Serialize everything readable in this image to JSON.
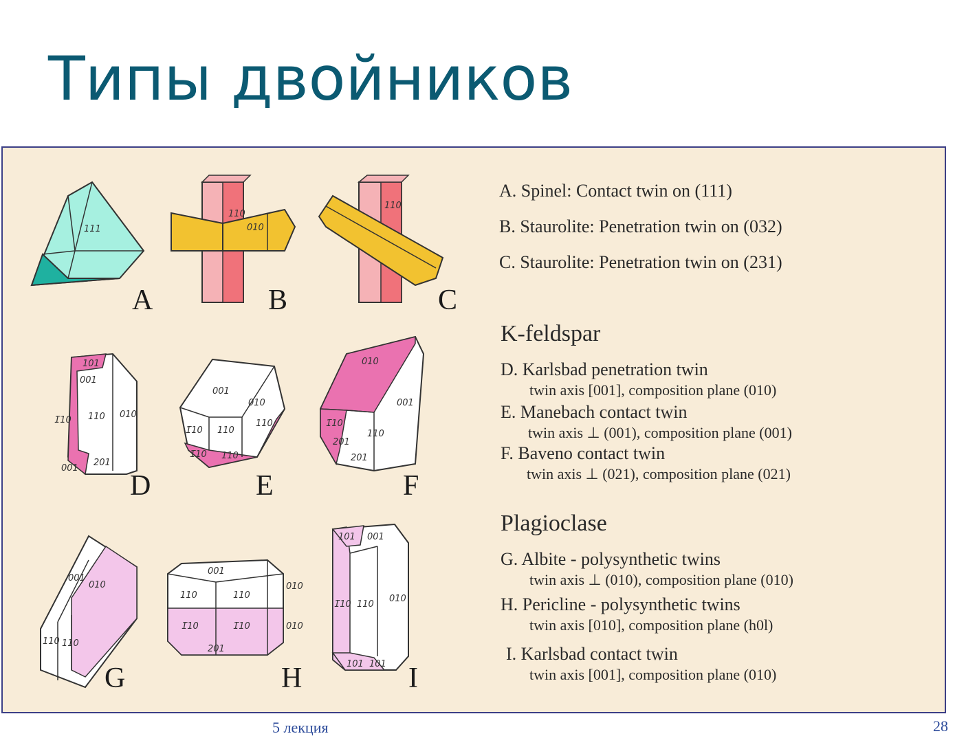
{
  "title": "Типы двойников",
  "figure": {
    "crystals": [
      {
        "letter": "A",
        "face_labels": [
          "111"
        ]
      },
      {
        "letter": "B",
        "face_labels": [
          "110",
          "010"
        ]
      },
      {
        "letter": "C",
        "face_labels": [
          "110"
        ]
      },
      {
        "letter": "D",
        "face_labels": [
          "101",
          "001",
          "110",
          "010",
          "1̄10",
          "201",
          "001"
        ]
      },
      {
        "letter": "E",
        "face_labels": [
          "001",
          "010",
          "1̄10",
          "110",
          "110",
          "1̄10",
          "110"
        ]
      },
      {
        "letter": "F",
        "face_labels": [
          "010",
          "001",
          "1̄10",
          "110",
          "201",
          "201"
        ]
      },
      {
        "letter": "G",
        "face_labels": [
          "001",
          "010",
          "110",
          "110"
        ]
      },
      {
        "letter": "H",
        "face_labels": [
          "001",
          "110",
          "110",
          "010",
          "1̄10",
          "1̄10",
          "010",
          "201"
        ]
      },
      {
        "letter": "I",
        "face_labels": [
          "101",
          "001",
          "1̄10",
          "110",
          "010",
          "101",
          "101"
        ]
      }
    ],
    "legend": {
      "lines_abc": [
        {
          "letter": "A.",
          "text": "Spinel: Contact twin on (111)"
        },
        {
          "letter": "B.",
          "text": "Staurolite: Penetration twin on (032)"
        },
        {
          "letter": "C.",
          "text": "Staurolite: Penetration twin on (231)"
        }
      ],
      "kfeldspar": {
        "heading": "K-feldspar",
        "items": [
          {
            "letter": "D.",
            "text": "Karlsbad penetration twin",
            "sub": "twin axis [001], composition plane (010)"
          },
          {
            "letter": "E.",
            "text": "Manebach contact twin",
            "sub": "twin axis ⊥ (001), composition plane (001)"
          },
          {
            "letter": "F.",
            "text": "Baveno contact twin",
            "sub": "twin axis ⊥ (021), composition plane (021)"
          }
        ]
      },
      "plagioclase": {
        "heading": "Plagioclase",
        "items": [
          {
            "letter": "G.",
            "text": "Albite - polysynthetic twins",
            "sub": "twin axis ⊥ (010), composition plane (010)"
          },
          {
            "letter": "H.",
            "text": "Pericline - polysynthetic twins",
            "sub": "twin axis [010], composition plane (h0l)"
          },
          {
            "letter": "I.",
            "text": "Karlsbad contact twin",
            "sub": "twin axis [001], composition plane (010)"
          }
        ]
      }
    }
  },
  "footer": {
    "lecture": "5 лекция",
    "page": "28"
  },
  "colors": {
    "title": "#0b5a72",
    "panel_bg": "#f8ecd8",
    "panel_border": "#3c3f86",
    "spinel": "#a6f0e0",
    "spinel_dark": "#1fb1a0",
    "staurolite_red": "#f0727a",
    "staurolite_pink": "#f5b2b6",
    "staurolite_yellow": "#f2c230",
    "feldspar_pink": "#ea72b0",
    "plag_pink": "#f3c6ea"
  }
}
